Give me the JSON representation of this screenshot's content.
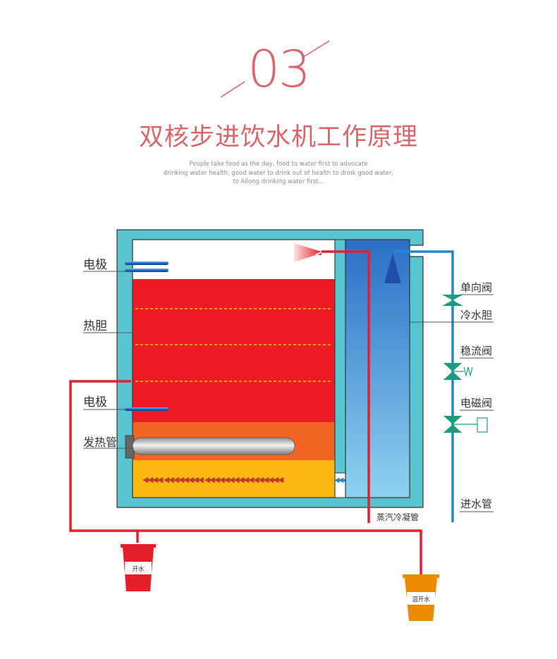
{
  "header": {
    "number": "03",
    "title": "双核步进饮水机工作原理",
    "subtitle_lines": [
      "People take food as the day, food to water first to advocate",
      "drinking water health, good water to drink out of health to drink good water,",
      "to Ailong drinking water first..."
    ]
  },
  "left_labels": {
    "electrode_top": "电极",
    "hot_tank": "热胆",
    "electrode_bottom": "电极",
    "heating_tube": "发热管"
  },
  "right_labels": {
    "check_valve": "单向阀",
    "cold_tank": "冷水胆",
    "flow_valve": "稳流阀",
    "solenoid_valve": "电磁阀",
    "inlet_pipe": "进水管"
  },
  "bottom_labels": {
    "condenser": "蒸汽冷凝管"
  },
  "cups": {
    "boiling": "开水",
    "warm": "温开水"
  },
  "colors": {
    "accent": "#d9666a",
    "tank_frame": "#58c4cf",
    "hot_water": "#ed1c24",
    "mid_layer": "#f26522",
    "bottom_layer": "#fdb813",
    "pipe_red": "#e3202a",
    "pipe_blue": "#1a8ad4",
    "valve_green": "#1e9c7d",
    "cup_red": "#e3202a",
    "cup_orange": "#ee8a00"
  }
}
